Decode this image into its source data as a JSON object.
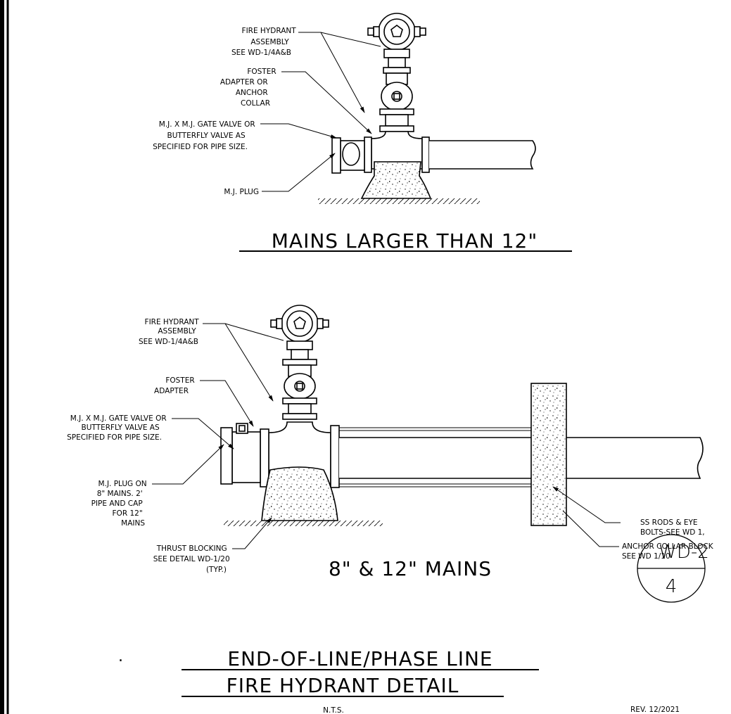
{
  "top_detail": {
    "labels": {
      "hydrant": [
        "FIRE HYDRANT",
        "ASSEMBLY",
        "SEE WD-1/4A&B"
      ],
      "adapter": [
        "FOSTER",
        "ADAPTER OR",
        "ANCHOR",
        "COLLAR"
      ],
      "valve": [
        "M.J. X M.J. GATE VALVE OR",
        "BUTTERFLY VALVE AS",
        "SPECIFIED FOR PIPE SIZE."
      ],
      "plug": [
        "M.J. PLUG"
      ]
    },
    "title": "MAINS LARGER THAN 12\""
  },
  "bottom_detail": {
    "labels": {
      "hydrant": [
        "FIRE HYDRANT",
        "ASSEMBLY",
        "SEE WD-1/4A&B"
      ],
      "adapter": [
        "FOSTER",
        "ADAPTER"
      ],
      "valve": [
        "M.J. X M.J. GATE VALVE OR",
        "BUTTERFLY VALVE AS",
        "SPECIFIED FOR PIPE SIZE."
      ],
      "plug": [
        "M.J. PLUG ON",
        "8\" MAINS. 2'",
        "PIPE AND CAP",
        "FOR 12\"",
        "MAINS"
      ],
      "thrust": [
        "THRUST BLOCKING",
        "SEE DETAIL WD-1/20",
        "(TYP.)"
      ],
      "rods": [
        "SS RODS & EYE",
        "BOLTS-SEE WD 1,"
      ],
      "anchor": [
        "ANCHOR COLLAR BLOCK",
        "SEE WD 1/10"
      ]
    },
    "title": "8\" & 12\" MAINS"
  },
  "sheet_title": {
    "line1": "END-OF-LINE/PHASE LINE",
    "line2": "FIRE HYDRANT DETAIL",
    "scale": "N.T.S."
  },
  "badge": {
    "top": "WD-2",
    "bottom": "4"
  },
  "revision": "REV. 12/2021",
  "dot": "."
}
